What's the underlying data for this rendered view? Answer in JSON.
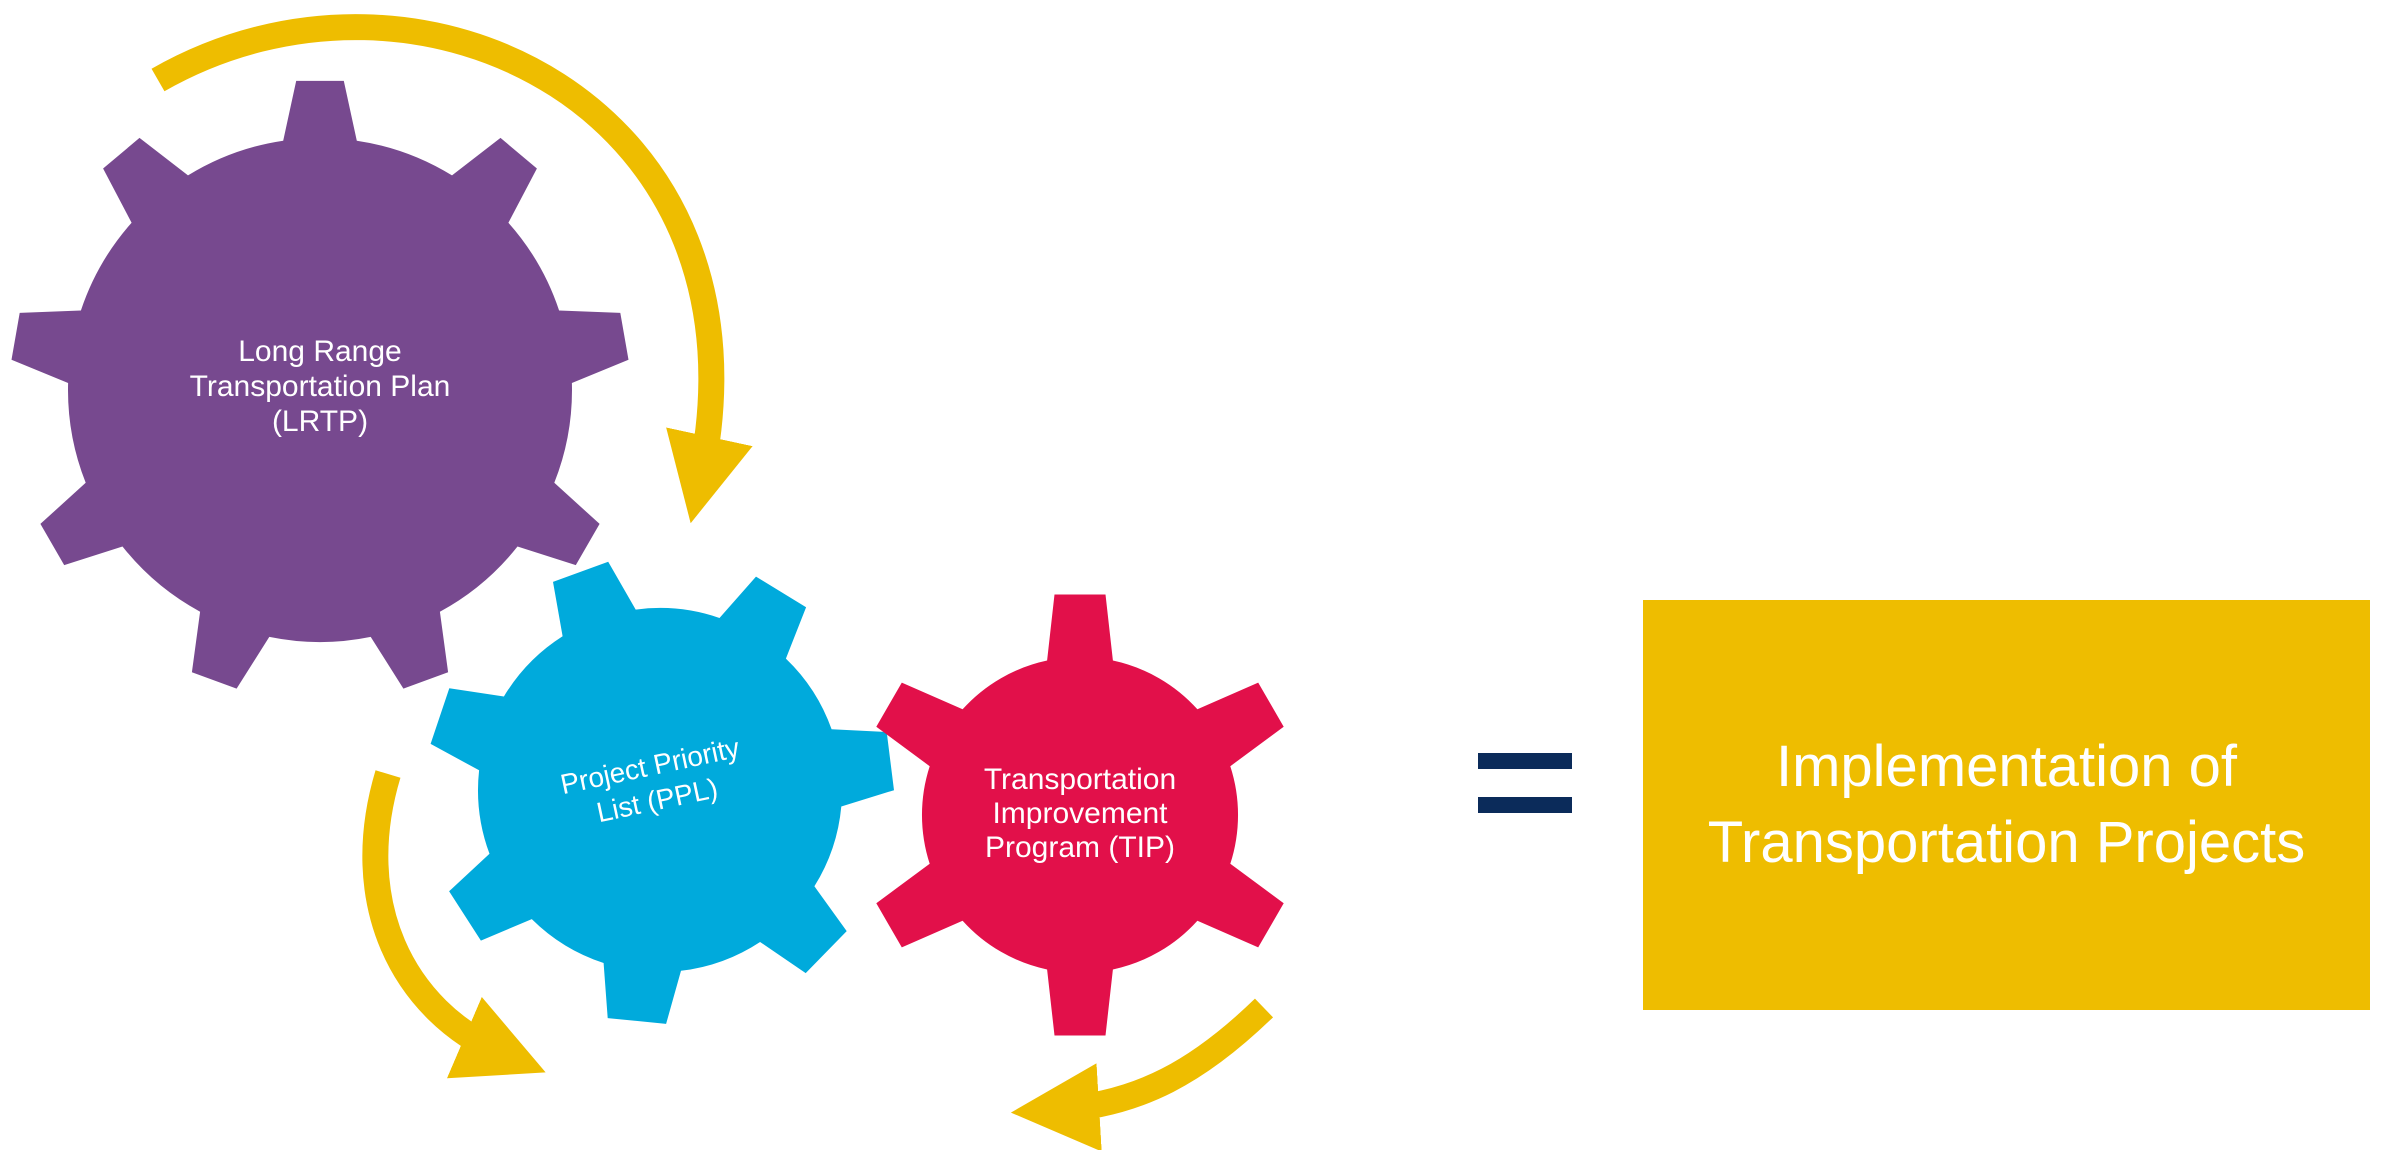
{
  "gears": {
    "lrtp": {
      "line1": "Long Range",
      "line2": "Transportation Plan",
      "line3": "(LRTP)",
      "color": "#77498F"
    },
    "ppl": {
      "line1": "Project Priority",
      "line2": "List (PPL)",
      "color": "#00AADC"
    },
    "tip": {
      "line1": "Transportation",
      "line2": "Improvement",
      "line3": "Program (TIP)",
      "color": "#E2104A"
    }
  },
  "arrow_color": "#EEBD00",
  "equals_color": "#0B2B5A",
  "result": {
    "line1": "Implementation of",
    "line2": "Transportation Projects",
    "color": "#EEBD00"
  }
}
